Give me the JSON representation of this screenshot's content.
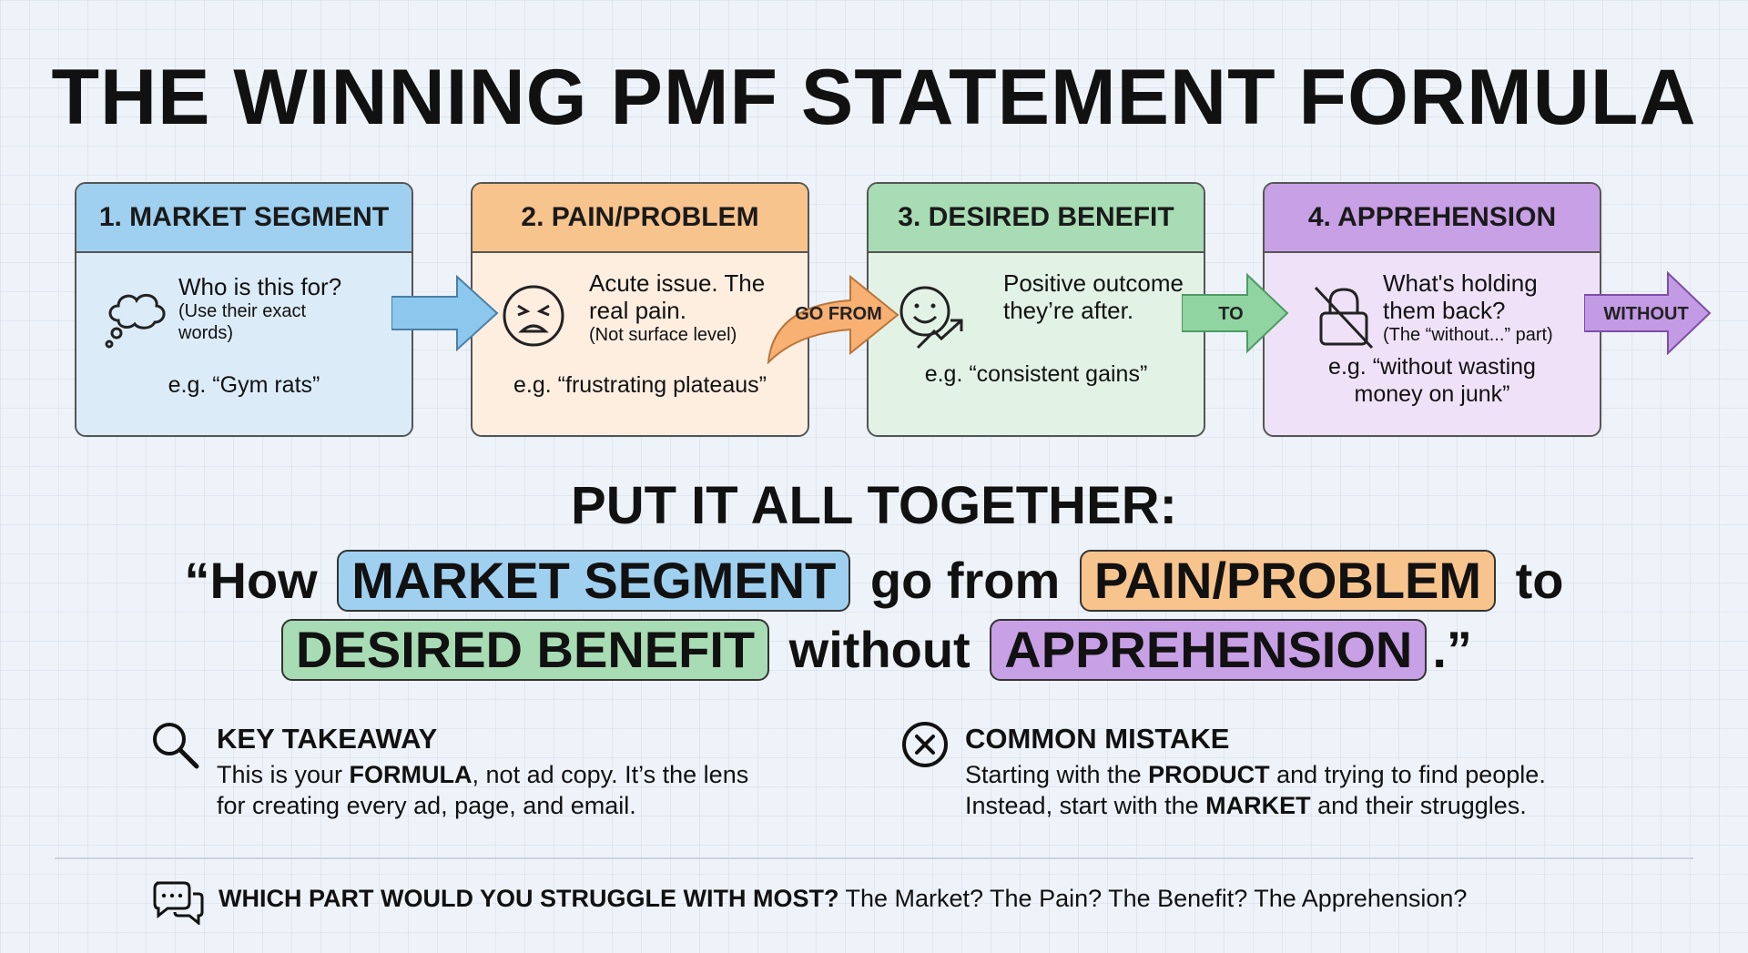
{
  "title": "THE WINNING PMF STATEMENT FORMULA",
  "cards": [
    {
      "head": "1. MARKET SEGMENT",
      "main": "Who is this for?",
      "sub": "(Use their exact words)",
      "example": "e.g. “Gym rats”",
      "icon": "thought-bubble-icon",
      "color": "#9fd0f0"
    },
    {
      "head": "2. PAIN/PROBLEM",
      "main": "Acute issue. The real pain.",
      "sub": "(Not surface level)",
      "example": "e.g. “frustrating plateaus”",
      "icon": "distressed-face-icon",
      "color": "#f8c48d"
    },
    {
      "head": "3. DESIRED BENEFIT",
      "main": "Positive outcome they’re after.",
      "sub": "",
      "example": "e.g. “consistent gains”",
      "icon": "smiley-trend-icon",
      "color": "#a8dcb5"
    },
    {
      "head": "4. APPREHENSION",
      "main": "What's holding them back?",
      "sub": "(The “without...” part)",
      "example": "e.g. “without wasting money on junk”",
      "icon": "crossed-lock-icon",
      "color": "#c8a0e6"
    }
  ],
  "connectors": {
    "go_from": "GO FROM",
    "to": "TO",
    "without": "WITHOUT"
  },
  "together": {
    "heading": "PUT IT ALL TOGETHER:",
    "open_quote": "“How",
    "market": "MARKET SEGMENT",
    "go_from": "go from",
    "pain": "PAIN/PROBLEM",
    "to": "to",
    "benefit": "DESIRED BENEFIT",
    "without": "without",
    "apprehension": "APPREHENSION",
    "close": ".”"
  },
  "takeaway": {
    "title": "KEY TAKEAWAY",
    "text_1": "This is your ",
    "bold": "FORMULA",
    "text_2": ", not ad copy. It’s the lens",
    "text_3": "for creating every ad, page, and email."
  },
  "mistake": {
    "title": "COMMON MISTAKE",
    "text_1": "Starting with the ",
    "bold_1": "PRODUCT",
    "text_2": " and trying to find people.",
    "text_3": "Instead, start with the ",
    "bold_2": "MARKET",
    "text_4": " and their struggles."
  },
  "question": {
    "bold": "WHICH PART WOULD YOU STRUGGLE WITH MOST?",
    "rest": " The Market? The Pain? The Benefit? The Apprehension?"
  }
}
